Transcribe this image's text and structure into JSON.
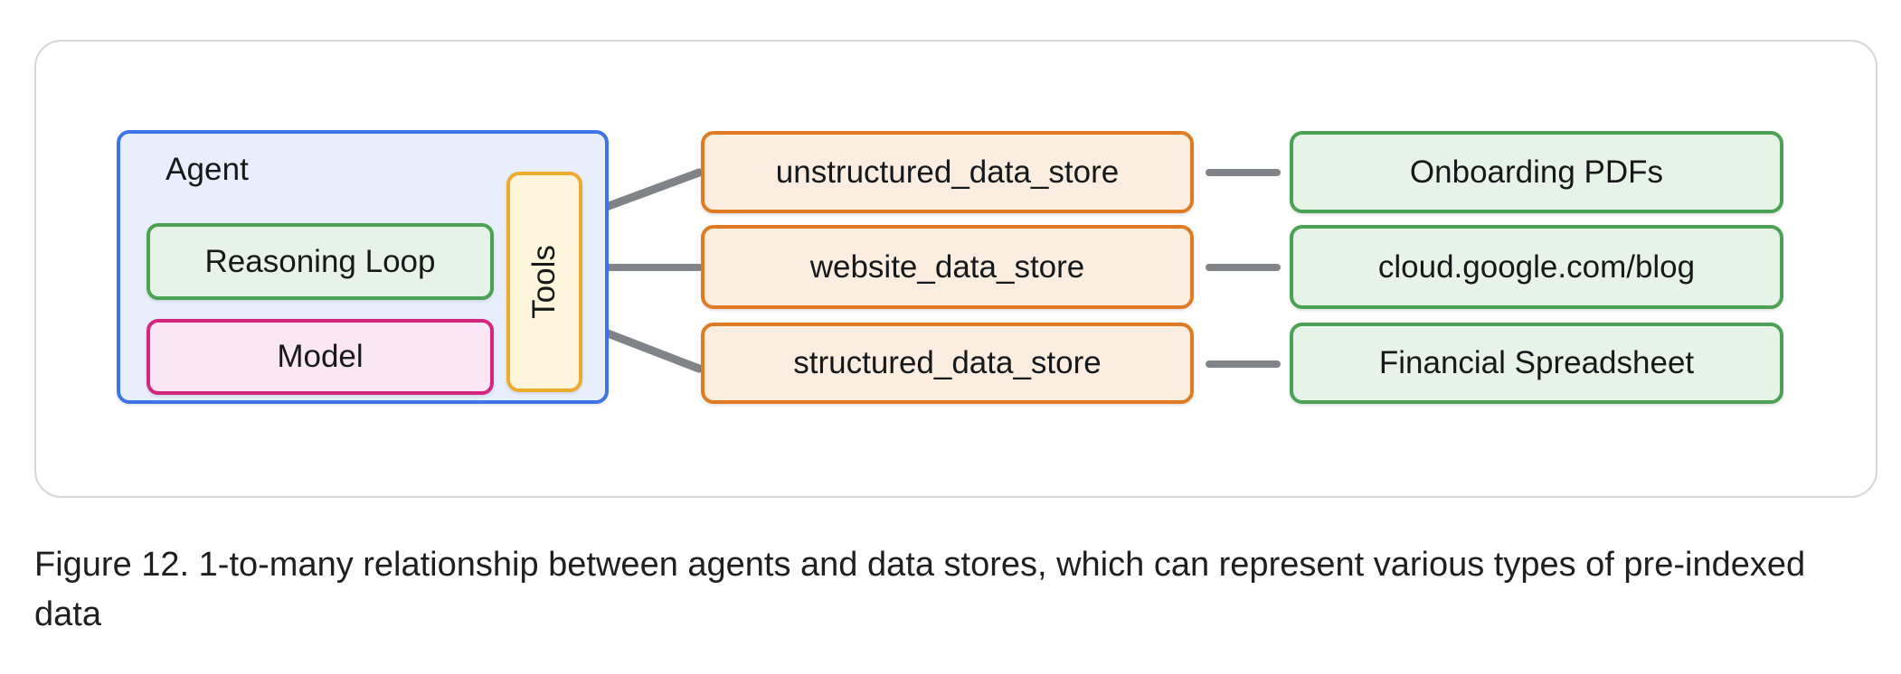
{
  "figure": {
    "caption": "Figure 12. 1-to-many relationship between agents and data stores, which can represent various types of pre-indexed data"
  },
  "diagram": {
    "agent": {
      "label": "Agent",
      "fill": "#e8eefc",
      "stroke": "#3d74e8",
      "components": [
        {
          "label": "Reasoning Loop",
          "fill": "#e7f3e8",
          "stroke": "#4ba254"
        },
        {
          "label": "Model",
          "fill": "#fbe7f3",
          "stroke": "#d4257f"
        }
      ],
      "tools": {
        "label": "Tools",
        "fill": "#fdf6dd",
        "stroke": "#efab2b",
        "orientation": "vertical"
      }
    },
    "data_stores": [
      {
        "label": "unstructured_data_store",
        "fill": "#fbeddf",
        "stroke": "#e07b24"
      },
      {
        "label": "website_data_store",
        "fill": "#fbeddf",
        "stroke": "#e07b24"
      },
      {
        "label": "structured_data_store",
        "fill": "#fbeddf",
        "stroke": "#e07b24"
      }
    ],
    "sources": [
      {
        "label": "Onboarding PDFs",
        "fill": "#e7f3e8",
        "stroke": "#4ba254"
      },
      {
        "label": "cloud.google.com/blog",
        "fill": "#e7f3e8",
        "stroke": "#4ba254"
      },
      {
        "label": "Financial Spreadsheet",
        "fill": "#e7f3e8",
        "stroke": "#4ba254"
      }
    ],
    "connector_color": "#808387",
    "frame_stroke": "#d3d6db"
  }
}
